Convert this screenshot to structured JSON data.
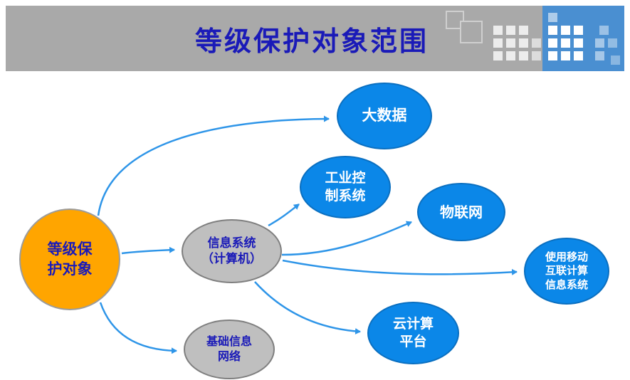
{
  "header": {
    "title": "等级保护对象范围"
  },
  "colors": {
    "header_bg": "#a9a9a9",
    "header_accent_blue": "#4a8fd1",
    "title_text": "#1a1ab8",
    "node_blue": "#0b87e8",
    "node_gray": "#bfbfbf",
    "node_orange": "#ffa500",
    "arrow_blue": "#2e95e8",
    "node_text_dark": "#1a1ab8",
    "node_text_light": "#ffffff"
  },
  "nodes": {
    "root": {
      "label": "等级保\n护对象"
    },
    "info_system": {
      "label": "信息系统\n（计算机）"
    },
    "basic_network": {
      "label": "基础信息\n网络"
    },
    "big_data": {
      "label": "大数据"
    },
    "industrial_control": {
      "label": "工业控\n制系统"
    },
    "iot": {
      "label": "物联网"
    },
    "mobile_internet": {
      "label": "使用移动\n互联计算\n信息系统"
    },
    "cloud_platform": {
      "label": "云计算\n平台"
    }
  }
}
